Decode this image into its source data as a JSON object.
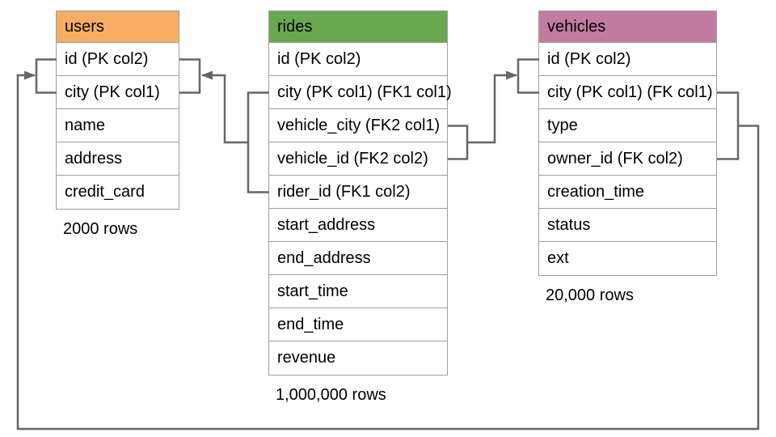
{
  "colors": {
    "users_header": "#F6AC62",
    "rides_header": "#6AA84F",
    "vehicles_header": "#C27BA0",
    "connector": "#666666",
    "table_border": "#9E9E9E",
    "text": "#000000"
  },
  "tables": {
    "users": {
      "name": "users",
      "columns": [
        "id (PK col2)",
        "city (PK col1)",
        "name",
        "address",
        "credit_card"
      ],
      "row_count_label": "2000 rows"
    },
    "rides": {
      "name": "rides",
      "columns": [
        "id (PK col2)",
        "city (PK col1) (FK1 col1)",
        "vehicle_city (FK2 col1)",
        "vehicle_id (FK2 col2)",
        "rider_id (FK1 col2)",
        "start_address",
        "end_address",
        "start_time",
        "end_time",
        "revenue"
      ],
      "row_count_label": "1,000,000 rows"
    },
    "vehicles": {
      "name": "vehicles",
      "columns": [
        "id (PK col2)",
        "city (PK col1) (FK col1)",
        "type",
        "owner_id (FK col2)",
        "creation_time",
        "status",
        "ext"
      ],
      "row_count_label": "20,000 rows"
    }
  },
  "relationships": [
    {
      "label": "rides FK1 (city, rider_id) references users (city, id)"
    },
    {
      "label": "rides FK2 (vehicle_city, vehicle_id) references vehicles (city, id)"
    },
    {
      "label": "vehicles FK (city, owner_id) references users (city, id)"
    }
  ]
}
